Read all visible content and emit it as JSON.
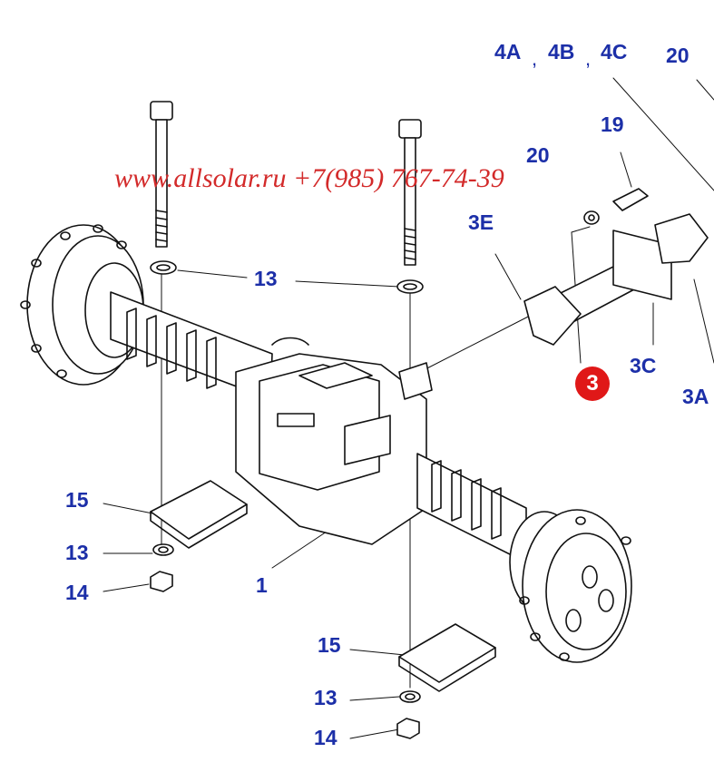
{
  "watermark": "www.allsolar.ru +7(985) 767-74-39",
  "callouts": {
    "c4A": "4A",
    "sep1": ",",
    "c4B": "4B",
    "sep2": ",",
    "c4C": "4C",
    "c20_top": "20",
    "c20_mid": "20",
    "c19": "19",
    "c3E": "3E",
    "c3C": "3C",
    "c3A": "3A",
    "c3": "3",
    "c13_top": "13",
    "c15_left": "15",
    "c13_left": "13",
    "c14_left": "14",
    "c1": "1",
    "c15_bottom": "15",
    "c13_bottom": "13",
    "c14_bottom": "14"
  },
  "colors": {
    "callout_text": "#1c2fa8",
    "watermark_text": "#d32a2a",
    "highlight_badge": "#e01818",
    "line_art": "#111111"
  }
}
